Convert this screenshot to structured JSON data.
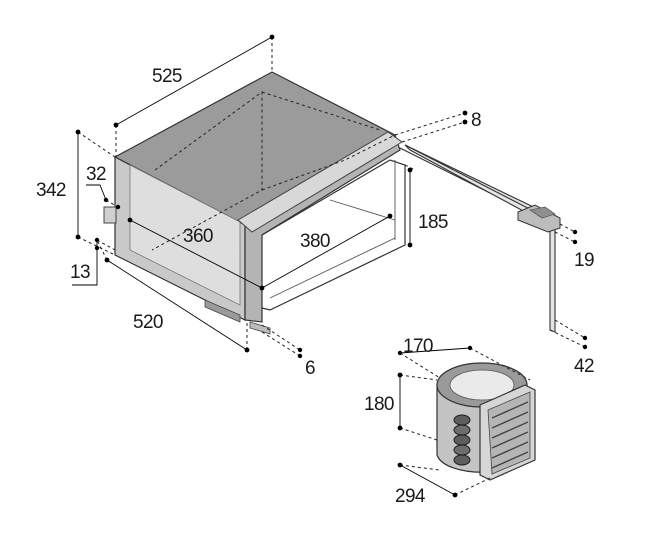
{
  "diagram": {
    "dimensions": {
      "top_width": "525",
      "depth_right": "8",
      "height_total": "342",
      "inner_offset": "32",
      "inner_width": "360",
      "drawer_width": "380",
      "drawer_height": "185",
      "bottom_offset": "13",
      "base_width": "520",
      "base_right": "6",
      "handle_height": "19",
      "door_bottom": "42",
      "compressor_width": "170",
      "compressor_height": "180",
      "compressor_depth": "294"
    },
    "colors": {
      "body_gray": "#9a9a9a",
      "panel_gray": "#c8c8c8",
      "light_gray": "#e2e2e2",
      "line": "#222222"
    }
  }
}
